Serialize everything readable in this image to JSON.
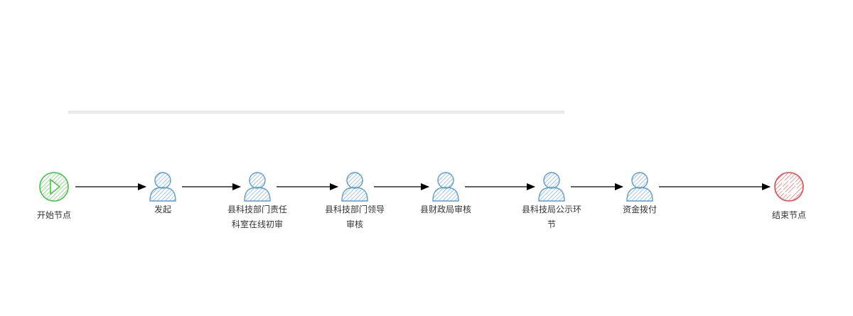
{
  "colors": {
    "start": "#43c443",
    "end": "#e04b4b",
    "user": "#5b9bd5",
    "arrow": "#000000",
    "text": "#333333"
  },
  "nodes": [
    {
      "id": "start",
      "type": "start",
      "label_lines": [
        "开始节点"
      ]
    },
    {
      "id": "n1",
      "type": "user",
      "label_lines": [
        "发起"
      ]
    },
    {
      "id": "n2",
      "type": "user",
      "label_lines": [
        "县科技部门责任",
        "科室在线初审"
      ]
    },
    {
      "id": "n3",
      "type": "user",
      "label_lines": [
        "县科技部门领导",
        "审核"
      ]
    },
    {
      "id": "n4",
      "type": "user",
      "label_lines": [
        "县财政局审核"
      ]
    },
    {
      "id": "n5",
      "type": "user",
      "label_lines": [
        "县科技局公示环",
        "节"
      ]
    },
    {
      "id": "n6",
      "type": "user",
      "label_lines": [
        "资金拨付"
      ]
    },
    {
      "id": "end",
      "type": "end",
      "label_lines": [
        "结束节点"
      ]
    }
  ],
  "edges": [
    {
      "from": "start",
      "to": "n1"
    },
    {
      "from": "n1",
      "to": "n2"
    },
    {
      "from": "n2",
      "to": "n3"
    },
    {
      "from": "n3",
      "to": "n4"
    },
    {
      "from": "n4",
      "to": "n5"
    },
    {
      "from": "n5",
      "to": "n6"
    },
    {
      "from": "n6",
      "to": "end"
    }
  ],
  "icons": {
    "start": "play-icon",
    "user": "user-icon",
    "end": "power-icon"
  }
}
